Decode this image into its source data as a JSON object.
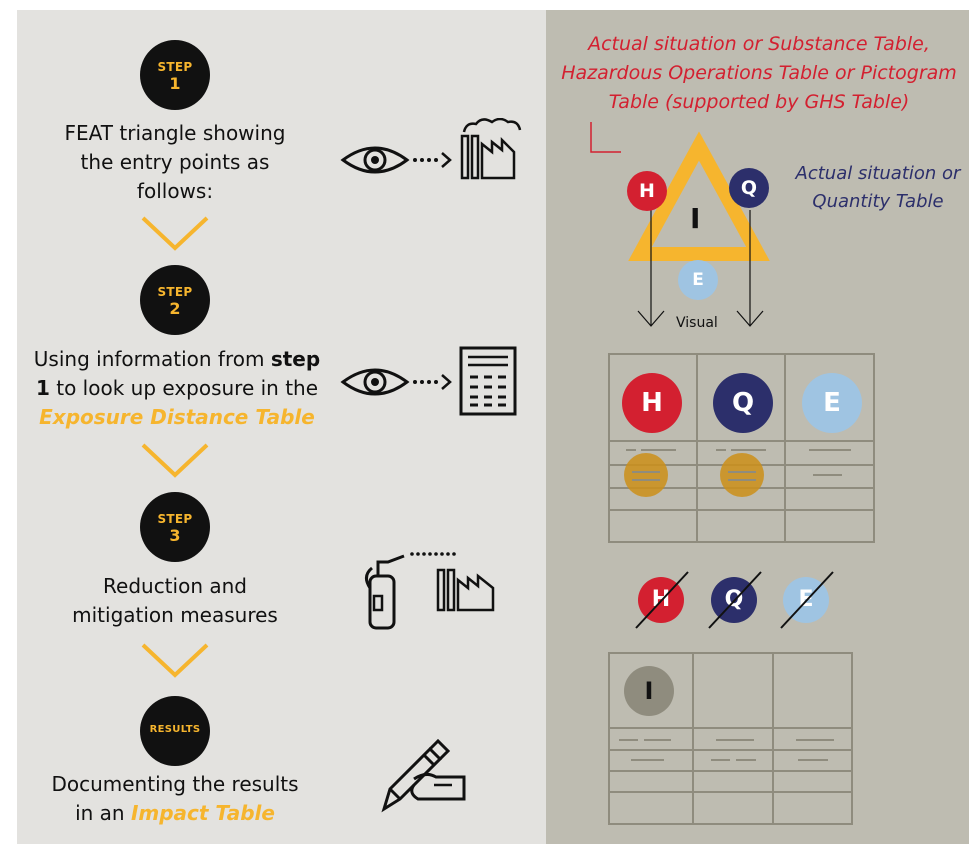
{
  "steps": [
    {
      "badge_label": "STEP",
      "badge_num": "1",
      "text_lines": [
        "FEAT triangle showing",
        "the entry points as",
        "follows:"
      ]
    },
    {
      "badge_label": "STEP",
      "badge_num": "2",
      "text_pre": "Using information from ",
      "text_bold": "step",
      "text_line2_bold": "1",
      "text_line2": " to look up exposure in the",
      "text_highlight": "Exposure Distance Table"
    },
    {
      "badge_label": "STEP",
      "badge_num": "3",
      "text_lines": [
        "Reduction and",
        "mitigation measures"
      ]
    },
    {
      "badge_label": "RESULTS",
      "text_line1": "Documenting the results",
      "text_line2_pre": "in an ",
      "text_highlight": "Impact Table"
    }
  ],
  "notes": {
    "substance": "Actual situation or Substance Table, Hazardous Operations Table or Pictogram Table (supported by GHS Table)",
    "quantity": "Actual situation or Quantity Table",
    "visual": "Visual"
  },
  "triangle": {
    "h": "H",
    "q": "Q",
    "e": "E",
    "i": "I"
  },
  "table1": {
    "h": "H",
    "q": "Q",
    "e": "E"
  },
  "struck": {
    "h": "H",
    "q": "Q",
    "e": "E"
  },
  "table2": {
    "i": "I"
  },
  "icons": [
    "eye-icon",
    "dotted-arrow-icon",
    "factory-icon",
    "calculator-icon",
    "fire-extinguisher-icon",
    "pen-hand-icon"
  ],
  "colors": {
    "hazard": "#d32030",
    "quantity": "#2c2f6b",
    "exposure": "#9fc4e2",
    "accent": "#f6b52e",
    "impact": "#8f8c7e"
  }
}
